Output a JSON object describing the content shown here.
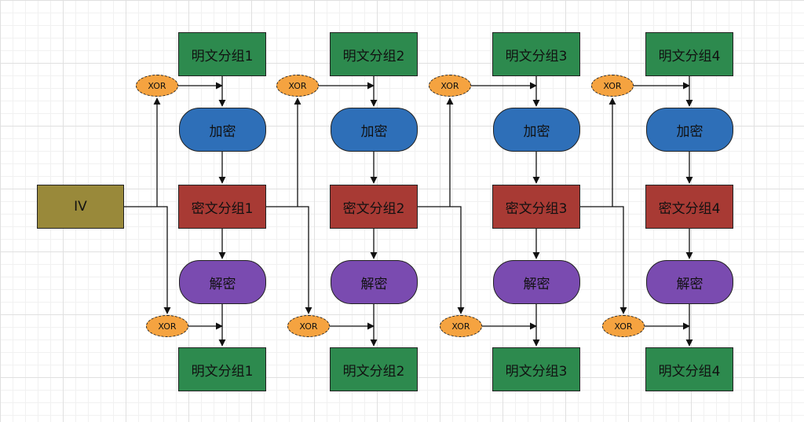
{
  "iv_label": "IV",
  "xor_label": "XOR",
  "columns": [
    {
      "plain_in": "明文分组1",
      "encrypt": "加密",
      "cipher": "密文分组1",
      "decrypt": "解密",
      "plain_out": "明文分组1"
    },
    {
      "plain_in": "明文分组2",
      "encrypt": "加密",
      "cipher": "密文分组2",
      "decrypt": "解密",
      "plain_out": "明文分组2"
    },
    {
      "plain_in": "明文分组3",
      "encrypt": "加密",
      "cipher": "密文分组3",
      "decrypt": "解密",
      "plain_out": "明文分组3"
    },
    {
      "plain_in": "明文分组4",
      "encrypt": "加密",
      "cipher": "密文分组4",
      "decrypt": "解密",
      "plain_out": "明文分组4"
    }
  ],
  "colors": {
    "plaintext": "#2d8a4e",
    "ciphertext": "#a83a34",
    "encrypt": "#2e6fb8",
    "decrypt": "#7a4bb0",
    "iv": "#99893a",
    "xor": "#f5a340"
  }
}
